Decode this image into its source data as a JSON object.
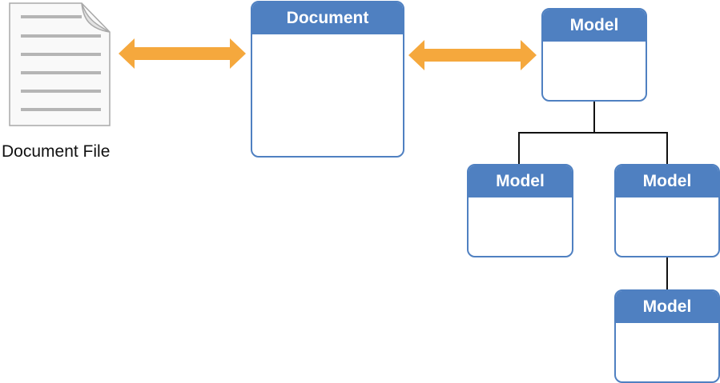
{
  "document_file": {
    "caption": "Document File"
  },
  "document_box": {
    "title": "Document"
  },
  "models": [
    {
      "title": "Model"
    },
    {
      "title": "Model"
    },
    {
      "title": "Model"
    },
    {
      "title": "Model"
    }
  ],
  "colors": {
    "box_border": "#4f80c1",
    "box_header": "#4f80c1",
    "arrow": "#f5a83d",
    "connector": "#111111",
    "file_lines": "#b5b5b5"
  }
}
